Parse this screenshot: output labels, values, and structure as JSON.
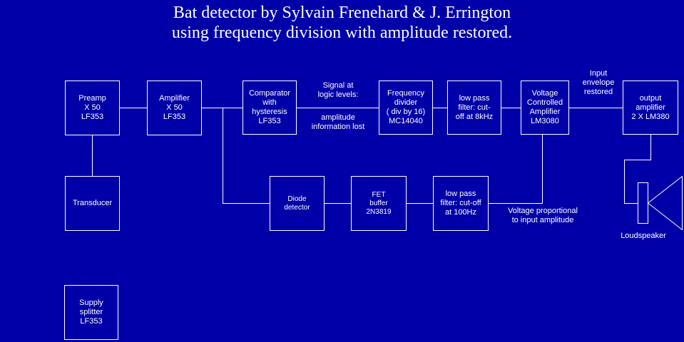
{
  "title": {
    "line1": "Bat detector by Sylvain Frenehard & J. Errington",
    "line2": "using frequency division with amplitude restored."
  },
  "blocks": {
    "preamp": "Preamp\nX 50\nLF353",
    "amplifier": "Amplifier\nX 50\nLF353",
    "comparator": "Comparator\nwith\nhysteresis\nLF353",
    "frequency_divider": "Frequency\ndivider\n( div by 16)\nMC14040",
    "low_pass_8k": "low pass\nfilter:  cut-\noff at 8kHz",
    "vca": "Voltage\nControlled\nAmplifier\nLM3080",
    "output_amp": "output\namplifier\n2 X LM380",
    "transducer": "Transducer",
    "diode_detector": "Diode\ndetector",
    "fet_buffer": "FET\nbuffer\n2N3819",
    "low_pass_100": "low pass\nfilter: cut-off\nat 100Hz",
    "supply_splitter": "Supply\nsplitter\nLF353"
  },
  "notes": {
    "signal_logic": "Signal at\nlogic levels:",
    "amplitude_lost": "amplitude\ninformation lost",
    "input_envelope": "Input\nenvelope\nrestored",
    "voltage_proportional": "Voltage proportional\nto input amplitude",
    "loudspeaker": "Loudspeaker"
  },
  "colors": {
    "background": "#0000a8",
    "foreground": "#ffffff"
  }
}
